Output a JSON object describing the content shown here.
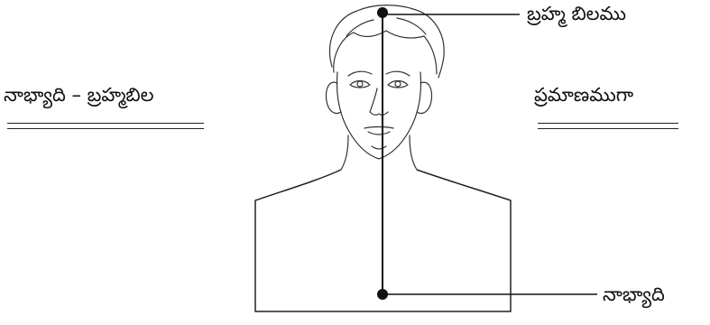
{
  "labels": {
    "crown": "బ్రహ్మ బిలము",
    "left_title": "నాభ్యాది – బ్రహ్మబిల",
    "right_title": "ప్రమాణముగా",
    "navel": "నాభ్యాది"
  },
  "colors": {
    "line": "#111111",
    "figure": "#333333",
    "background": "#ffffff"
  }
}
